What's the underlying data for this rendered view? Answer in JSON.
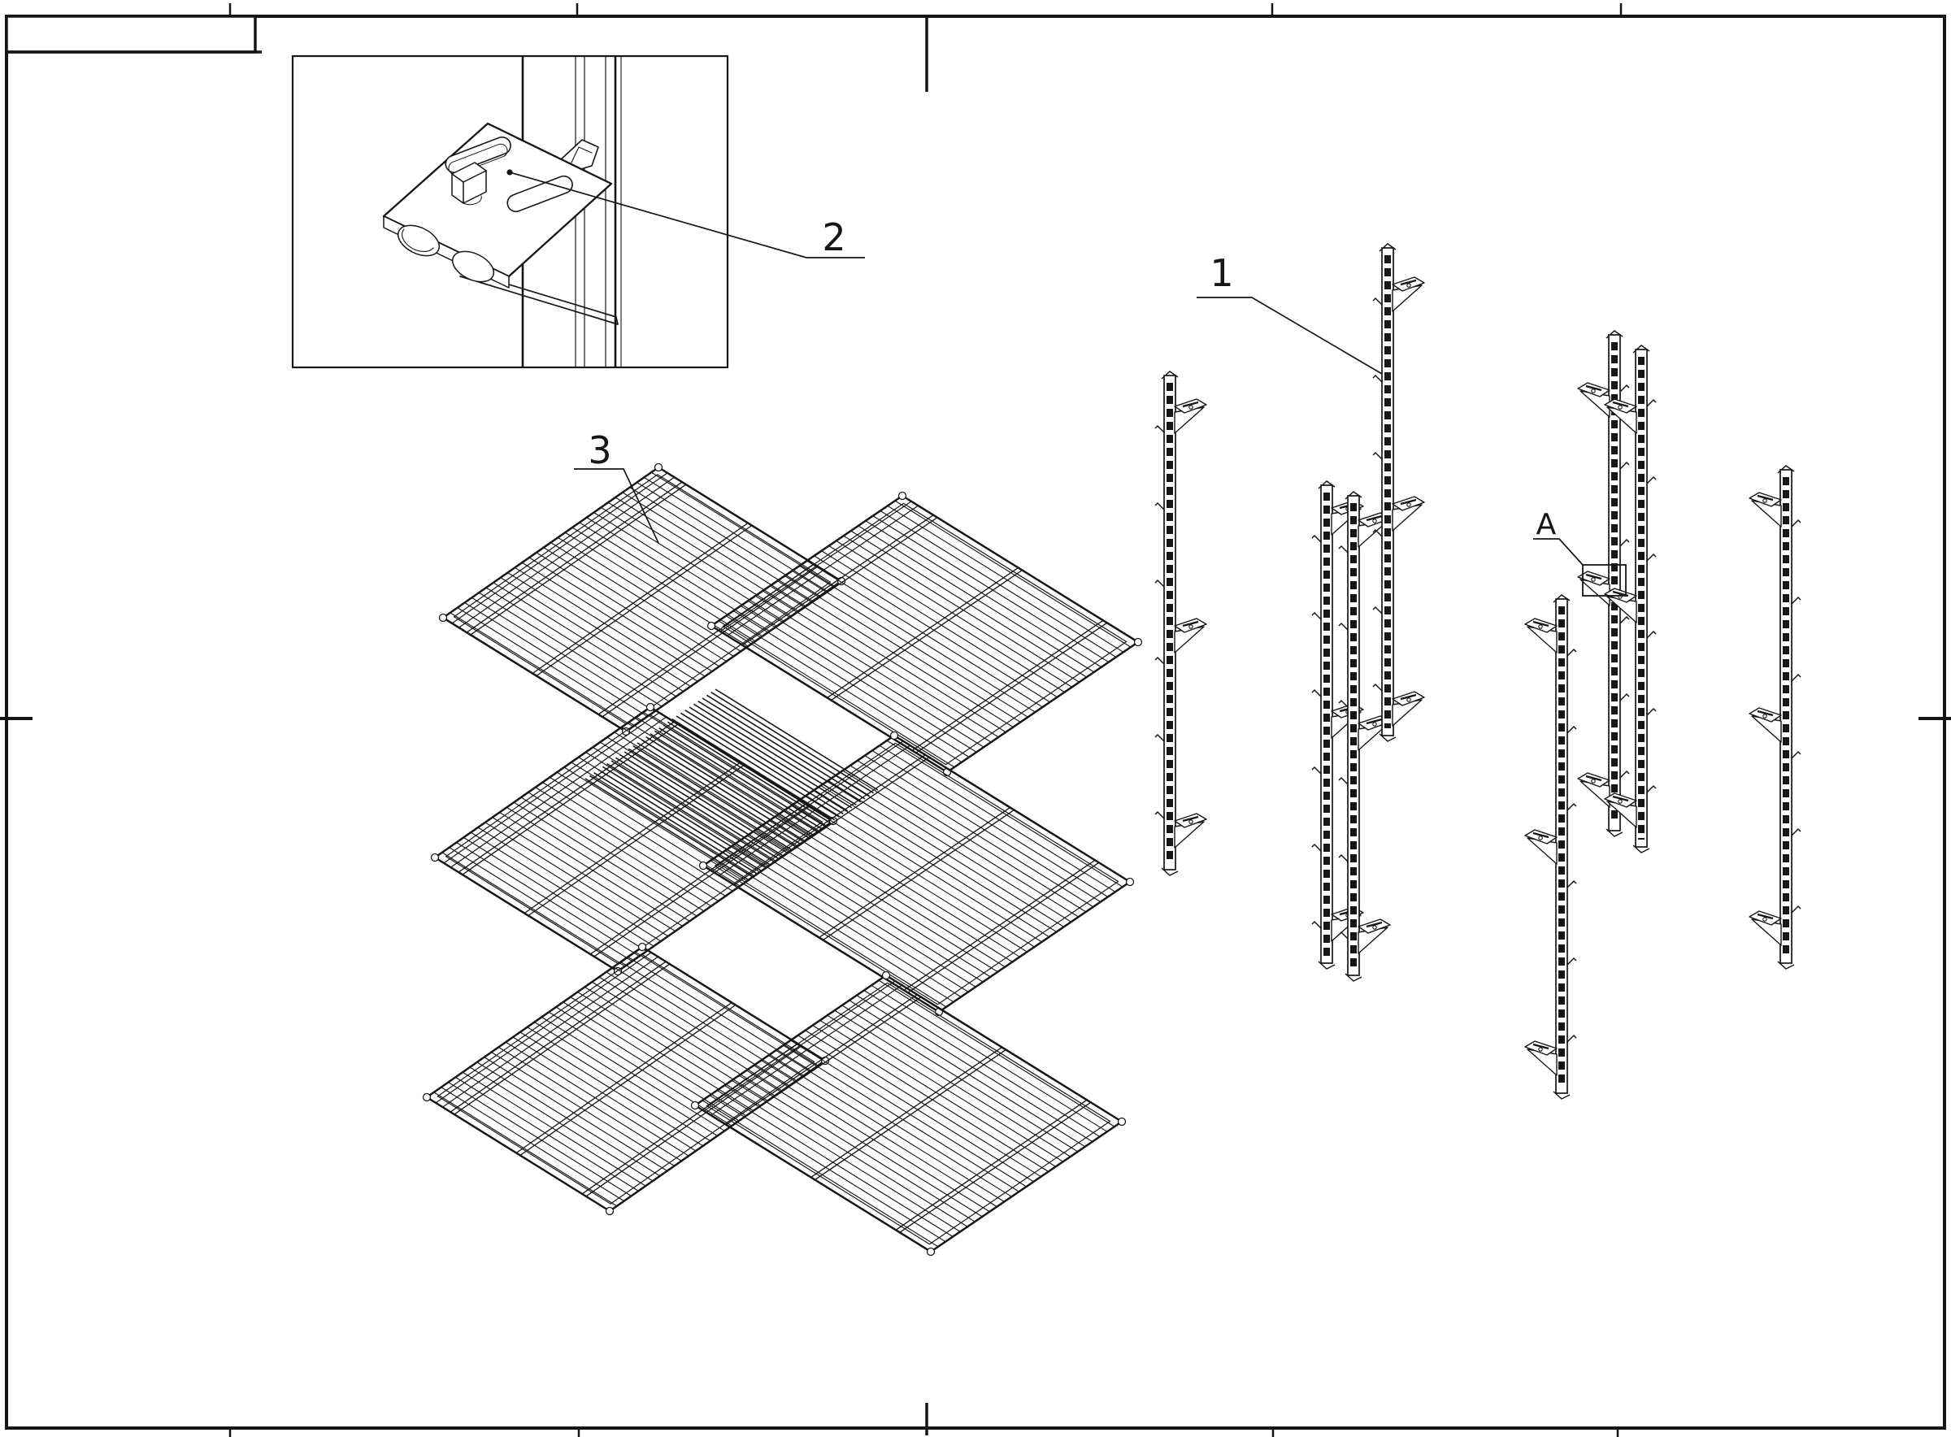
{
  "drawing": {
    "background": "#ffffff",
    "line_color": "#161616",
    "labels": {
      "rail_part": "1",
      "clip_part": "2",
      "shelf_part": "3",
      "detail_callout": "A"
    },
    "legend": {
      "support_rails_drawn": 8,
      "wire_shelves_drawn": 3,
      "shelf_panels_drawn": 6,
      "clip_detail_views": 1
    }
  }
}
